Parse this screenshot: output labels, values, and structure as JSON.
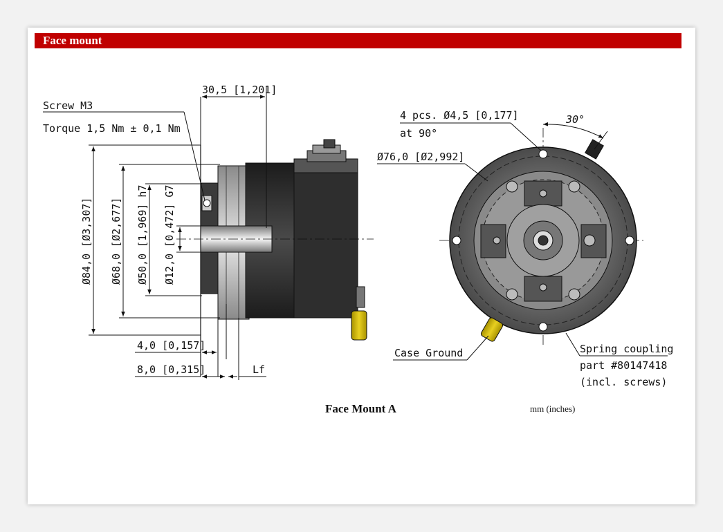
{
  "header": {
    "title": "Face mount"
  },
  "diagram": {
    "caption": "Face Mount A",
    "units_note": "mm (inches)",
    "side_view": {
      "screw_label": "Screw M3",
      "torque_label": "Torque 1,5 Nm ± 0,1 Nm",
      "length_top": "30,5 [1,201]",
      "dia_84": "Ø84,0 [Ø3,307]",
      "dia_68": "Ø68,0 [Ø2,677]",
      "dia_50": "Ø50,0 [1,969] h7",
      "dia_12": "Ø12,0 [0,472] G7",
      "len_4": "4,0 [0,157]",
      "len_8": "8,0 [0,315]",
      "lf": "Lf"
    },
    "front_view": {
      "holes_label": "4 pcs. Ø4,5 [0,177]",
      "holes_angle": "at 90°",
      "dia_76": "Ø76,0 [Ø2,992]",
      "angle_30": "30°",
      "case_ground": "Case Ground",
      "spring_1": "Spring coupling",
      "spring_2": "part #80147418",
      "spring_3": "(incl. screws)"
    }
  },
  "colors": {
    "header": "#c00000",
    "body_dark": "#3a3a3a",
    "connector": "#c8b400"
  }
}
